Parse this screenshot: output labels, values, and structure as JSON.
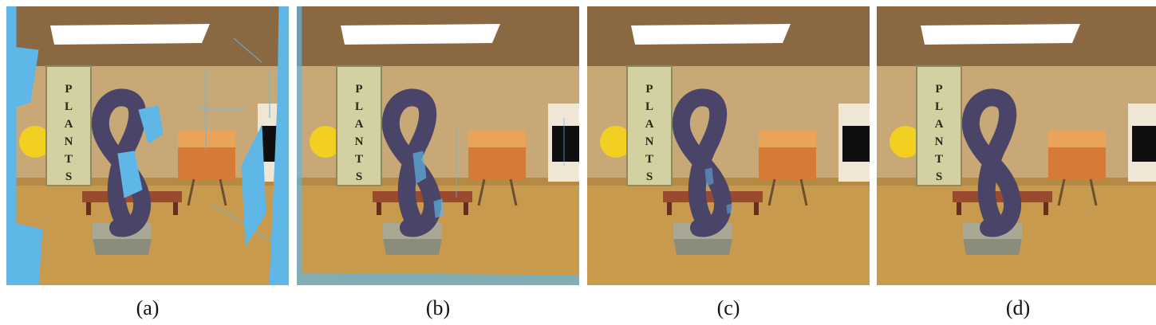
{
  "banner": {
    "letters": [
      "P",
      "L",
      "A",
      "N",
      "T",
      "S"
    ]
  },
  "panels": [
    {
      "id": "a",
      "caption": "(a)",
      "artifact_level": 1.0
    },
    {
      "id": "b",
      "caption": "(b)",
      "artifact_level": 0.45
    },
    {
      "id": "c",
      "caption": "(c)",
      "artifact_level": 0.2
    },
    {
      "id": "d",
      "caption": "(d)",
      "artifact_level": 0.0
    }
  ],
  "colors": {
    "ceiling": "#7a5a38",
    "wall": "#c9a878",
    "floor": "#c79a4e",
    "sculpture": "#4a4468",
    "artifact": "#5fb7e8"
  }
}
